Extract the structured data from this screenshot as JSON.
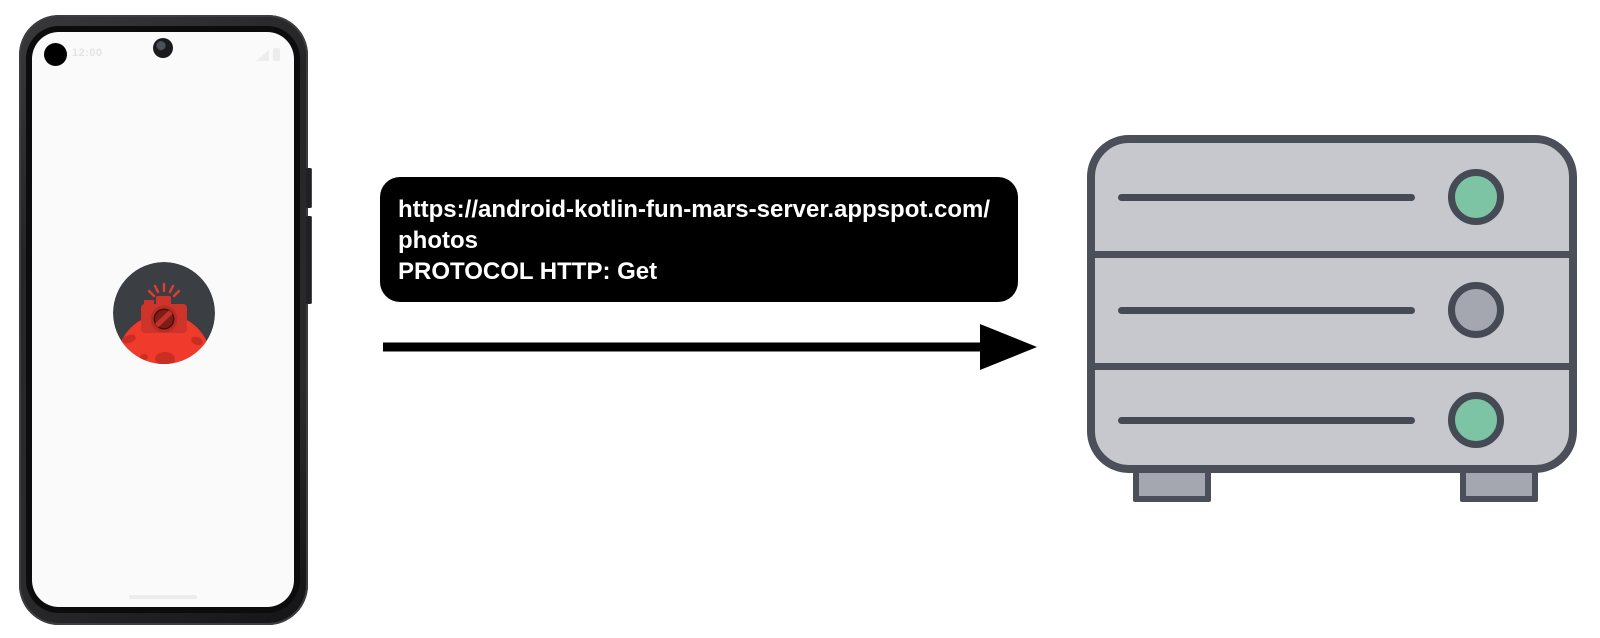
{
  "phone": {
    "status_bar": {
      "time": "12:00",
      "icons": [
        "signal-icon",
        "battery-icon"
      ]
    },
    "app_icon": {
      "name": "mars-photos-camera-icon",
      "colors": {
        "background": "#3b3e42",
        "planet_red": "#f03a2c",
        "crater_red": "#c92e24",
        "camera_red": "#cf342a"
      }
    }
  },
  "request_bubble": {
    "url": "https://android-kotlin-fun-mars-server.appspot.com/photos",
    "protocol": "PROTOCOL HTTP: Get",
    "background": "#000000",
    "text_color": "#ffffff"
  },
  "arrow": {
    "direction": "right",
    "color": "#000000"
  },
  "server": {
    "body_color": "#c7c8cd",
    "outline_color": "#4a4f59",
    "racks": [
      {
        "led_color": "#7cc4a4"
      },
      {
        "led_color": "#a4a7b0"
      },
      {
        "led_color": "#7cc4a4"
      }
    ]
  }
}
